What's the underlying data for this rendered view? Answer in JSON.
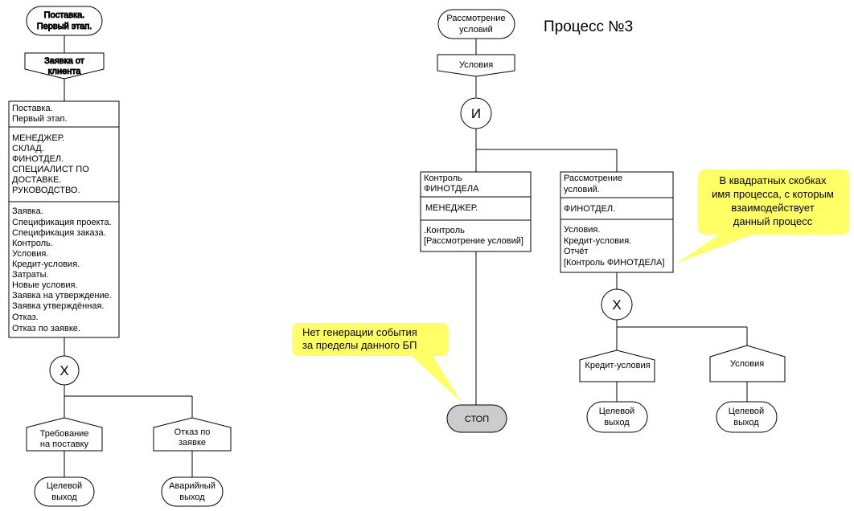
{
  "title": "Процесс №3",
  "left": {
    "start": [
      "Поставка.",
      "Первый этап."
    ],
    "event1": [
      "Заявка от",
      "клиента"
    ],
    "function": {
      "name": [
        "Поставка.",
        "Первый этап."
      ],
      "roles": [
        "МЕНЕДЖЕР.",
        "СКЛАД.",
        "ФИНОТДЕЛ.",
        "СПЕЦИАЛИСТ ПО",
        "ДОСТАВКЕ.",
        "РУКОВОДСТВО."
      ],
      "docs": [
        "Заявка.",
        "Спецификация проекта.",
        "Спецификация заказа.",
        "Контроль.",
        "Условия.",
        "Кредит-условия.",
        "Затраты.",
        "Новые условия.",
        "Заявка на утверждение.",
        "Заявка утверждённая.",
        "Отказ.",
        "Отказ по заявке."
      ]
    },
    "operator": "X",
    "event_a": [
      "Требование",
      "на поставку"
    ],
    "event_b": [
      "Отказ по",
      "заявке"
    ],
    "end_a": [
      "Целевой",
      "выход"
    ],
    "end_b": [
      "Аварийный",
      "выход"
    ]
  },
  "right": {
    "start": [
      "Рассмотрение",
      "условий"
    ],
    "event1": [
      "Условия"
    ],
    "operator_and": "И",
    "func_a": {
      "name": [
        "Контроль",
        "ФИНОТДЕЛА"
      ],
      "roles": [
        "МЕНЕДЖЕР."
      ],
      "docs": [
        ".Контроль",
        "[Рассмотрение условий]"
      ]
    },
    "func_b": {
      "name": [
        "Рассмотрение",
        "условий."
      ],
      "roles": [
        "ФИНОТДЕЛ."
      ],
      "docs": [
        "Условия.",
        "Кредит-условия.",
        "Отчёт",
        "[Контроль ФИНОТДЕЛА]"
      ]
    },
    "operator_xor": "X",
    "event_a": [
      "Кредит-условия"
    ],
    "event_b": [
      "Условия"
    ],
    "end_a": [
      "Целевой",
      "выход"
    ],
    "end_b": [
      "Целевой",
      "выход"
    ],
    "stop": "СТОП"
  },
  "callouts": {
    "no_event": [
      "Нет генерации события",
      "за пределы данного БП"
    ],
    "brackets": [
      "В квадратных скобках",
      "имя процесса, с которым",
      "взаимодействует",
      "данный процесс"
    ]
  },
  "colors": {
    "callout_fill": "#ffff66",
    "stop_fill": "#cccccc",
    "line": "#000000"
  }
}
